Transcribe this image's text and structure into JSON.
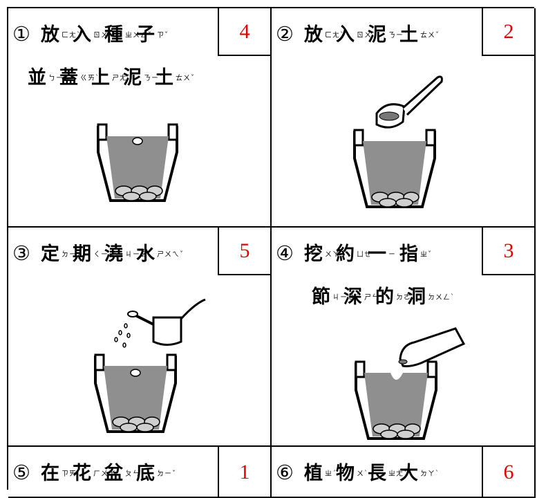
{
  "steps": [
    {
      "marker": "①",
      "line1": "放入種子",
      "line2": "並蓋上泥土",
      "bpmf1": [
        "ㄈㄤˋ",
        "ㄖㄨˋ",
        "ㄓㄨㄥˇ",
        "ㄗˇ"
      ],
      "bpmf2": [
        "ㄅㄧㄥˋ",
        "ㄍㄞˋ",
        "ㄕㄤˋ",
        "ㄋㄧˊ",
        "ㄊㄨˇ"
      ],
      "order": "4",
      "illustration": "pot-with-seed-icon"
    },
    {
      "marker": "②",
      "line1": "放入泥土",
      "line2": "",
      "bpmf1": [
        "ㄈㄤˋ",
        "ㄖㄨˋ",
        "ㄋㄧˊ",
        "ㄊㄨˇ"
      ],
      "order": "2",
      "illustration": "trowel-and-pot-icon"
    },
    {
      "marker": "③",
      "line1": "定期澆水",
      "line2": "",
      "bpmf1": [
        "ㄉㄧㄥˋ",
        "ㄑㄧˊ",
        "ㄐㄧㄠ",
        "ㄕㄨㄟˇ"
      ],
      "order": "5",
      "illustration": "watering-can-icon"
    },
    {
      "marker": "④",
      "line1": "挖約一指",
      "line2": "節深的洞",
      "bpmf1": [
        "ㄨㄚ",
        "ㄩㄝ",
        "ㄧ",
        "ㄓˇ"
      ],
      "bpmf2": [
        "ㄐㄧㄝˊ",
        "ㄕㄣ",
        "ㄉㄜ˙",
        "ㄉㄨㄥˋ"
      ],
      "order": "3",
      "illustration": "finger-digging-hole-icon"
    },
    {
      "marker": "⑤",
      "line1": "在花盆底",
      "line2": "",
      "bpmf1": [
        "ㄗㄞˋ",
        "ㄏㄨㄚ",
        "ㄆㄣˊ",
        "ㄉㄧˇ"
      ],
      "order": "1",
      "illustration": ""
    },
    {
      "marker": "⑥",
      "line1": "植物長大",
      "line2": "",
      "bpmf1": [
        "ㄓˊ",
        "ㄨˋ",
        "ㄓㄤˇ",
        "ㄉㄚˋ"
      ],
      "order": "6",
      "illustration": ""
    }
  ],
  "colors": {
    "answer": "#e00000",
    "soil": "#8f8f8f"
  }
}
